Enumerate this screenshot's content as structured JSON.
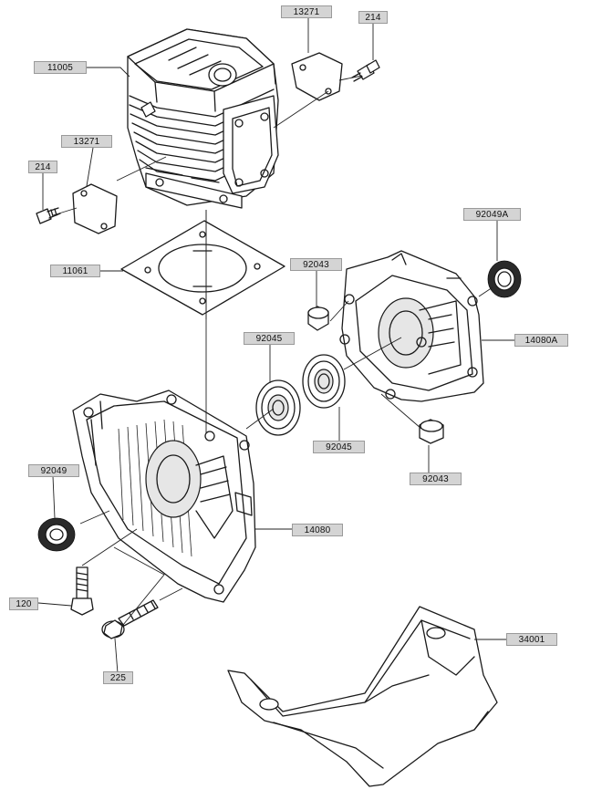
{
  "labels": {
    "cylinder": "11005",
    "gasket_cover_top": "13271",
    "bolt_top": "214",
    "gasket_cover_left": "13271",
    "bolt_left": "214",
    "cylinder_gasket": "11061",
    "pin_upper": "92043",
    "oil_seal_right": "92049A",
    "crankcase_right": "14080A",
    "bearing_left": "92045",
    "bearing_right": "92045",
    "pin_lower": "92043",
    "oil_seal_left": "92049",
    "crankcase_left": "14080",
    "stud_bolt": "120",
    "flange_bolt": "225",
    "cover": "34001"
  }
}
